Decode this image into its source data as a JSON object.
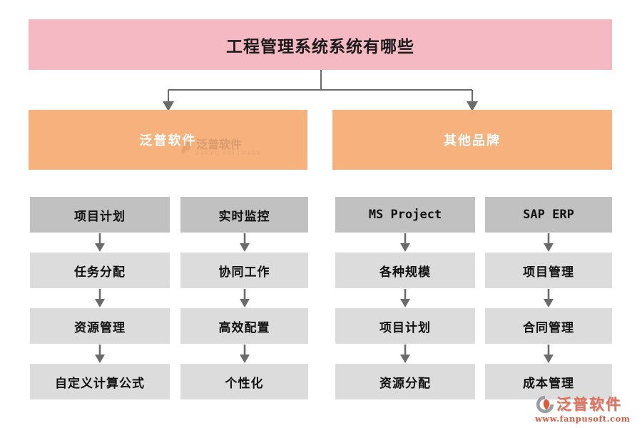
{
  "title": "工程管理系统系统有哪些",
  "branches": [
    {
      "label": "泛普软件",
      "columns": [
        [
          "项目计划",
          "任务分配",
          "资源管理",
          "自定义计算公式"
        ],
        [
          "实时监控",
          "协同工作",
          "高效配置",
          "个性化"
        ]
      ]
    },
    {
      "label": "其他品牌",
      "columns": [
        [
          "MS Project",
          "各种规模",
          "项目计划",
          "资源分配"
        ],
        [
          "SAP ERP",
          "项目管理",
          "合同管理",
          "成本管理"
        ]
      ]
    }
  ],
  "watermark": {
    "icon": "fanpu-leaf-icon",
    "text": "泛普软件",
    "subtext": "FANPU SOFTWARE"
  },
  "logo": {
    "icon": "fanpu-swoosh-icon",
    "name": "泛普软件",
    "url": "www.fanpusoft.com"
  },
  "colors": {
    "banner-bg": "#f4b9c2",
    "branch-bg": "#f6b17c",
    "head-box-bg": "#c1c1c1",
    "item-box-bg": "#dcdcdc",
    "connector": "#6b6b6b",
    "logo-red": "#dd5b3c"
  }
}
